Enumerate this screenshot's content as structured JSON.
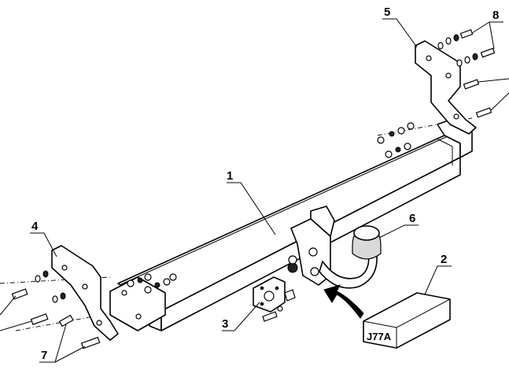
{
  "callouts": {
    "c1": "1",
    "c2": "2",
    "c3": "3",
    "c4": "4",
    "c5": "5",
    "c6": "6",
    "c7": "7",
    "c8": "8"
  },
  "kit_box_label": "J77A",
  "colors": {
    "line": "#000000",
    "background": "#ffffff",
    "shade": "#d9d9d9"
  }
}
